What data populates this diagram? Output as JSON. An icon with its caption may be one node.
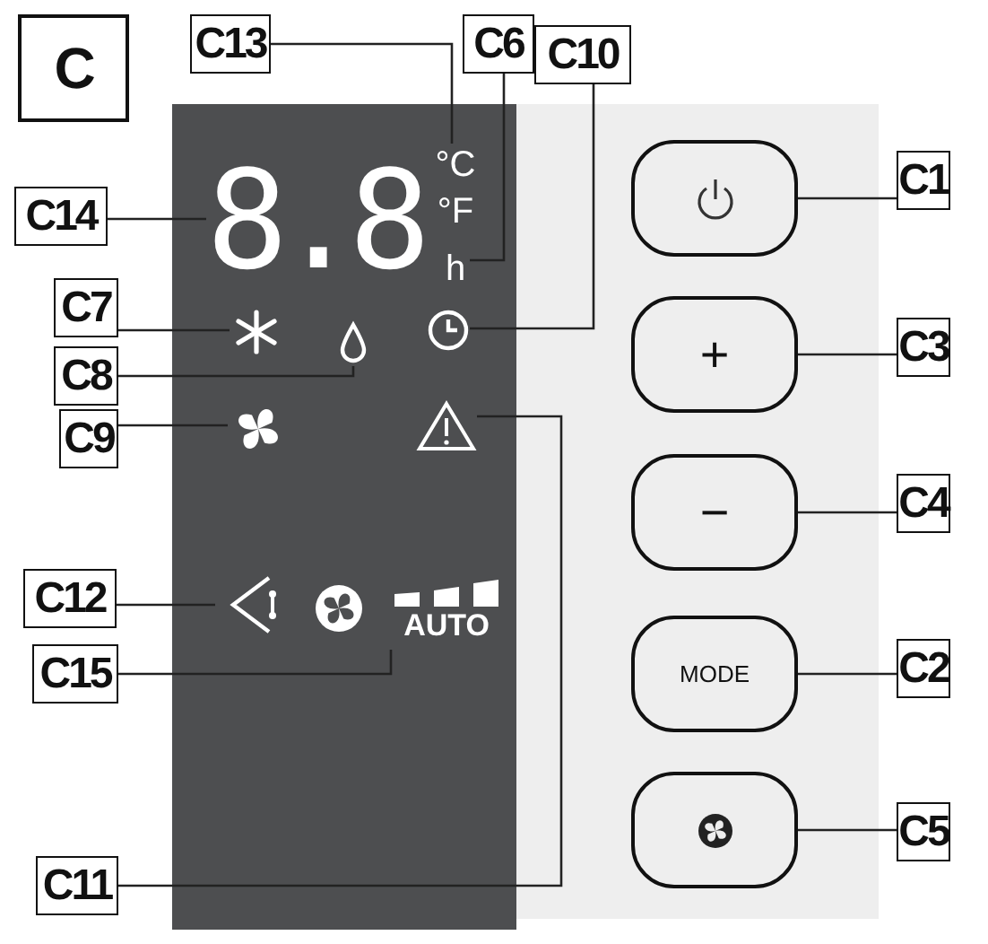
{
  "diagram": {
    "nodes": [
      {
        "text": [
          "C13"
        ]
      },
      {
        "text": [
          "C6"
        ]
      },
      {
        "text": [
          "C10"
        ]
      },
      {
        "text": [
          "C14"
        ]
      },
      {
        "text": [
          "8.8"
        ]
      },
      {
        "text": [
          "°C"
        ]
      },
      {
        "text": [
          "h"
        ]
      },
      {
        "text": [
          "C1"
        ]
      },
      {
        "text": [],
        "shape": "box"
      },
      {
        "text": [
          "C7"
        ]
      },
      {
        "text": [],
        "shape": "snowflake"
      },
      {
        "text": [],
        "shape": "clock"
      },
      {
        "text": [
          "C8"
        ]
      },
      {
        "text": [],
        "shape": "drop"
      },
      {
        "text": [
          "C3"
        ]
      },
      {
        "text": [
          "+"
        ]
      },
      {
        "text": [
          "C9"
        ]
      },
      {
        "text": [],
        "shape": "fan"
      },
      {
        "text": [],
        "shape": "triangle"
      },
      {
        "text": [
          "C4"
        ]
      },
      {
        "text": [
          "−"
        ]
      },
      {
        "text": [
          "C12"
        ]
      },
      {
        "text": [],
        "shape": "swing"
      },
      {
        "text": [
          "C15"
        ]
      },
      {
        "text": [
          "AUTO"
        ]
      },
      {
        "text": [
          "C2"
        ]
      },
      {
        "text": [
          "MODE"
        ]
      },
      {
        "text": [
          "C5"
        ]
      },
      {
        "text": [],
        "shape": "box"
      },
      {
        "text": [
          "C11"
        ]
      }
    ],
    "edges": [
      {
        "from": 0,
        "to": 5,
        "arrow": "none"
      },
      {
        "from": 1,
        "to": 6,
        "arrow": "none"
      },
      {
        "from": 2,
        "to": 11,
        "arrow": "none"
      },
      {
        "from": 3,
        "to": 4,
        "arrow": "none"
      },
      {
        "from": 7,
        "to": 8,
        "arrow": "none"
      },
      {
        "from": 9,
        "to": 10,
        "arrow": "none"
      },
      {
        "from": 12,
        "to": 13,
        "arrow": "none"
      },
      {
        "from": 14,
        "to": 15,
        "arrow": "none"
      },
      {
        "from": 16,
        "to": 17,
        "arrow": "none"
      },
      {
        "from": 19,
        "to": 20,
        "arrow": "none"
      },
      {
        "from": 21,
        "to": 22,
        "arrow": "none"
      },
      {
        "from": 23,
        "to": 24,
        "arrow": "none"
      },
      {
        "from": 25,
        "to": 26,
        "arrow": "none"
      },
      {
        "from": 27,
        "to": 28,
        "arrow": "none"
      },
      {
        "from": 29,
        "to": 18,
        "arrow": "none"
      }
    ],
    "labels": [
      "C",
      "°F"
    ]
  }
}
